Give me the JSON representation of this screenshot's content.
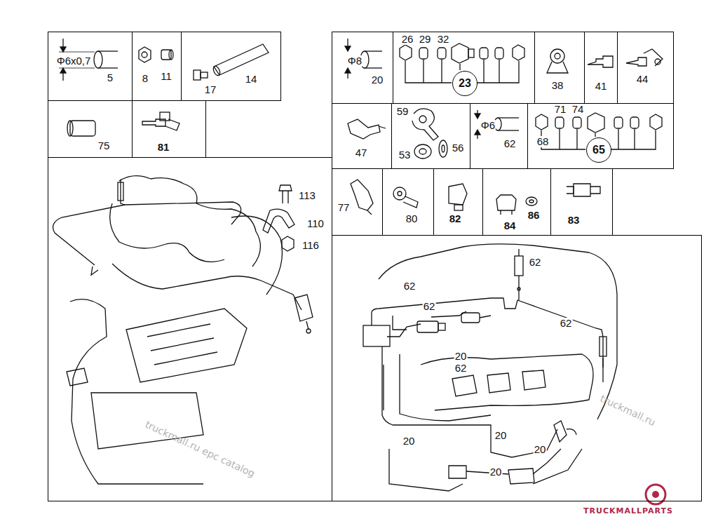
{
  "diagram": {
    "nodes": [
      {
        "text": [
          "Φ6x0,7",
          "5"
        ]
      },
      {
        "text": [
          "8",
          "11"
        ]
      },
      {
        "text": [
          "17",
          "14"
        ]
      },
      {
        "text": [
          "75"
        ]
      },
      {
        "text": [
          "81"
        ]
      },
      {
        "text": [
          "113",
          "110",
          "116"
        ]
      },
      {
        "text": [
          "Φ8",
          "20"
        ]
      },
      {
        "text": [
          "26",
          "29",
          "32"
        ]
      },
      {
        "text": [
          "23"
        ],
        "in": 7
      },
      {
        "text": [
          "38"
        ]
      },
      {
        "text": [
          "41"
        ]
      },
      {
        "text": [
          "44"
        ]
      },
      {
        "text": [
          "47"
        ]
      },
      {
        "text": [
          "59",
          "53",
          "56"
        ]
      },
      {
        "text": [
          "Φ6",
          "62"
        ]
      },
      {
        "text": [
          "71",
          "74",
          "68"
        ]
      },
      {
        "text": [
          "65"
        ],
        "in": 15
      },
      {
        "text": [
          "77"
        ]
      },
      {
        "text": [
          "80"
        ]
      },
      {
        "text": [
          "82"
        ]
      },
      {
        "text": [
          "84",
          "86"
        ]
      },
      {
        "text": [
          "83"
        ]
      },
      {
        "text": [
          "62",
          "62",
          "62",
          "62",
          "20",
          "62",
          "20",
          "20",
          "20",
          "20"
        ]
      }
    ],
    "labels": [
      "truckmall.ru epc catalog",
      "truckmall.ru",
      "TRUCKMALLPARTS"
    ]
  }
}
